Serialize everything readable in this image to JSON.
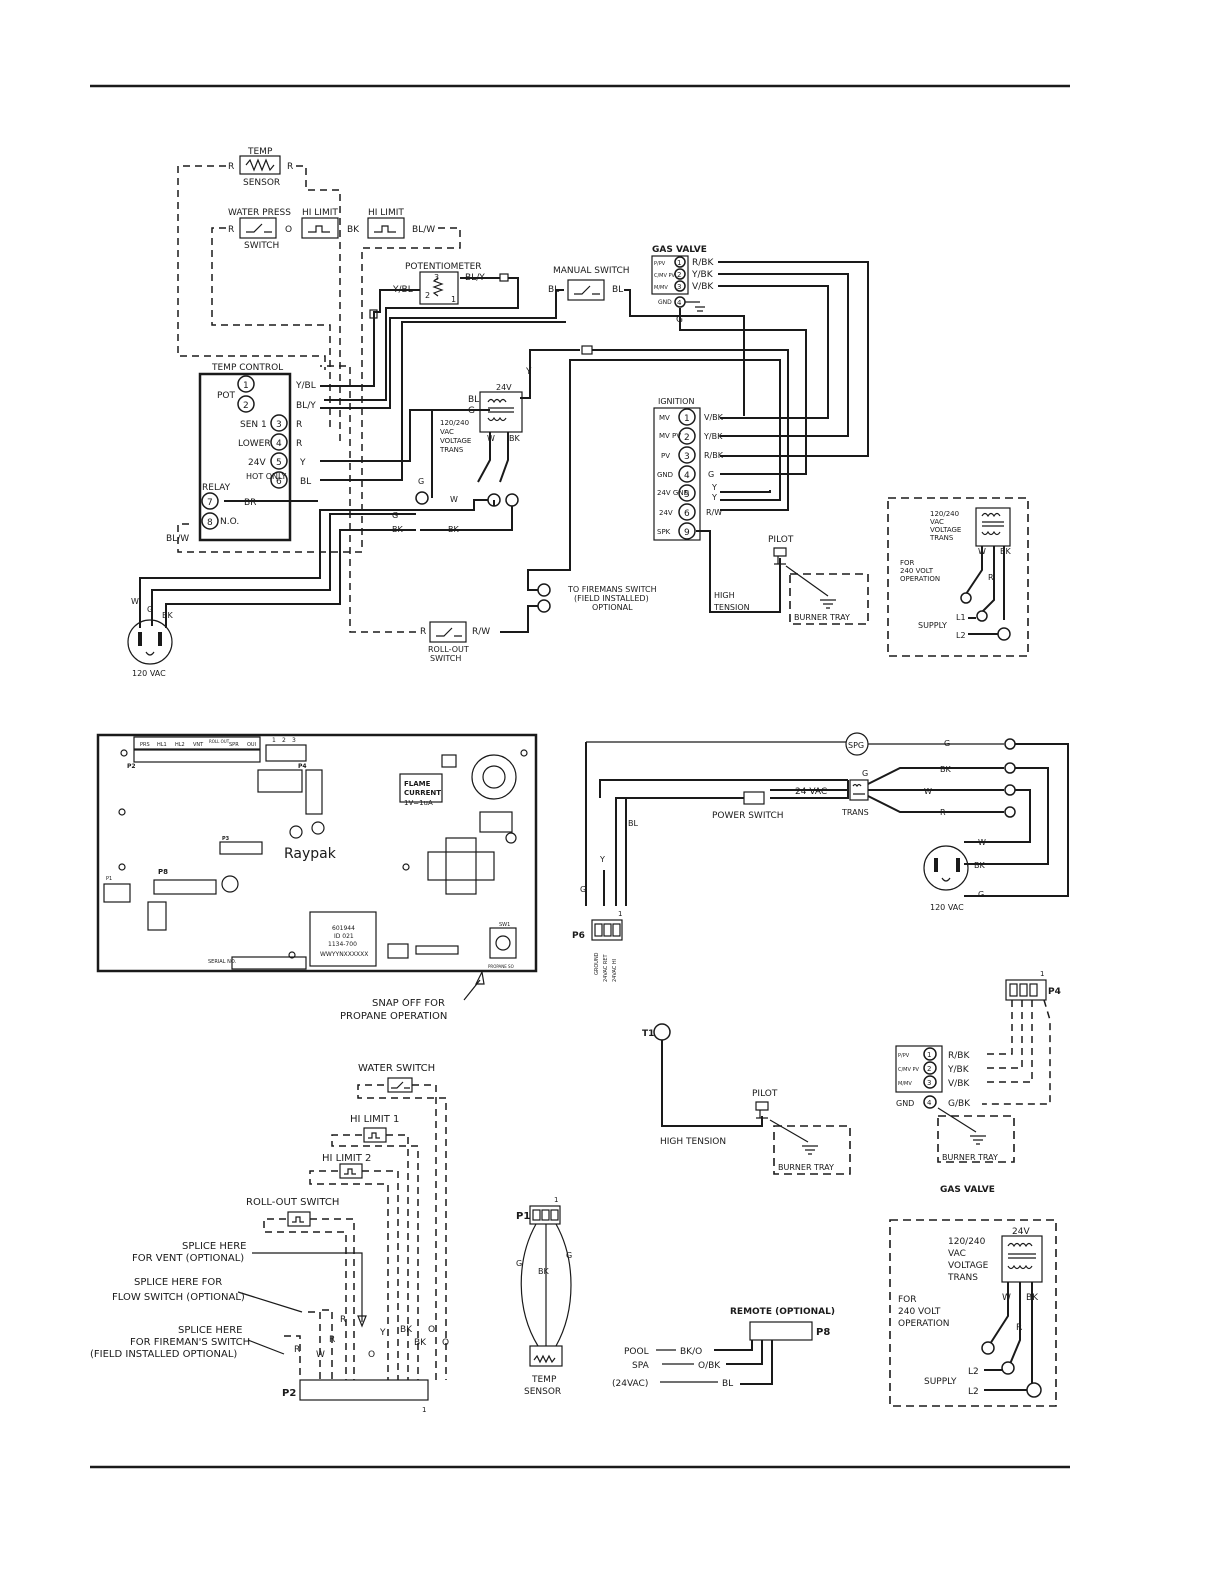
{
  "colors": {
    "ink": "#1a1a1a",
    "paper": "#ffffff"
  },
  "top": {
    "temp_sensor": "TEMP",
    "temp_sensor2": "SENSOR",
    "water_press": "WATER PRESS",
    "switch": "SWITCH",
    "hi_limit": "HI LIMIT",
    "potentiometer": "POTENTIOMETER",
    "manual_switch": "MANUAL SWITCH",
    "gas_valve": "GAS VALVE",
    "gv_pins": [
      "P/PV",
      "C/MV PV",
      "M/MV",
      "GND"
    ],
    "gv_wires": [
      "R/BK",
      "Y/BK",
      "V/BK"
    ],
    "temp_control": "TEMP CONTROL",
    "tc_pins": [
      "POT",
      "SEN 1",
      "LOWER",
      "24V",
      "HOT ONLY",
      "RELAY",
      "N.O."
    ],
    "tc_wires": [
      "Y/BL",
      "BL/Y",
      "R",
      "R",
      "Y",
      "BL",
      "BR"
    ],
    "ignition": "IGNITION",
    "ig_pins": [
      "MV",
      "MV PV",
      "PV",
      "GND",
      "24V GND",
      "24V",
      "SPK"
    ],
    "ig_wires": [
      "V/BK",
      "Y/BK",
      "R/BK",
      "G",
      "Y",
      "Y",
      "R/W"
    ],
    "trans_24v": "24V",
    "trans_label": [
      "120/240",
      "VAC",
      "VOLTAGE",
      "TRANS"
    ],
    "pilot": "PILOT",
    "burner_tray": "BURNER TRAY",
    "high": "HIGH",
    "tension": "TENSION",
    "firemans": "TO FIREMANS SWITCH",
    "field_installed": "(FIELD INSTALLED)",
    "optional": "OPTIONAL",
    "rollout": "ROLL-OUT",
    "vac120": "120 VAC",
    "for240": [
      "FOR",
      "240 VOLT",
      "OPERATION"
    ],
    "supply": "SUPPLY",
    "l1": "L1",
    "l2": "L2",
    "letters": {
      "R": "R",
      "O": "O",
      "BK": "BK",
      "BLW": "BL/W",
      "BLY": "BL/Y",
      "YBL": "Y/BL",
      "BL": "BL",
      "G": "G",
      "W": "W",
      "Y": "Y",
      "RW": "R/W",
      "BR": "BR",
      "NO": "N.O.",
      "one": "1",
      "two": "2",
      "three": "3",
      "four": "4",
      "five": "5",
      "six": "6",
      "seven": "7",
      "eight": "8",
      "nine": "9"
    }
  },
  "board": {
    "headers": [
      "PRS",
      "HL1",
      "HL2",
      "VNT",
      "ROLL OUT",
      "SPR",
      "OUI"
    ],
    "nums": [
      "1",
      "2",
      "3"
    ],
    "flame": "FLAME",
    "current": "CURRENT",
    "ratio": "1V=1uA",
    "brand": "Raypak",
    "p1": "P1",
    "p2": "P2",
    "p3": "P3",
    "p4": "P4",
    "p8": "P8",
    "label_lines": [
      "601944",
      "ID 021",
      "1134-700",
      "WWYYNXXXXXX"
    ],
    "serial": "SERIAL NO.",
    "sw1": "SW1",
    "propane_small": "PROPANE SO",
    "snap1": "SNAP OFF FOR",
    "snap2": "PROPANE OPERATION"
  },
  "right": {
    "spg": "SPG",
    "vac24": "24 VAC",
    "power_switch": "POWER SWITCH",
    "trans": "TRANS",
    "vac120": "120 VAC",
    "p6": "P6",
    "p6_pins": [
      "GROUND",
      "24VAC RET",
      "24VAC HI"
    ],
    "t1": "T1",
    "high_tension": "HIGH TENSION",
    "pilot": "PILOT",
    "burner_tray": "BURNER TRAY",
    "p4": "P4",
    "gv_wires": [
      "R/BK",
      "Y/BK",
      "V/BK",
      "G/BK"
    ],
    "gnd": "GND",
    "gas_valve": "GAS VALVE"
  },
  "bottom": {
    "water_switch": "WATER SWITCH",
    "hi_limit1": "HI LIMIT 1",
    "hi_limit2": "HI LIMIT 2",
    "rollout_switch": "ROLL-OUT SWITCH",
    "splice_vent": [
      "SPLICE HERE",
      "FOR VENT (OPTIONAL)"
    ],
    "splice_flow": [
      "SPLICE HERE FOR",
      "FLOW SWITCH (OPTIONAL)"
    ],
    "splice_fire": [
      "SPLICE HERE",
      "FOR FIREMAN'S SWITCH",
      "(FIELD INSTALLED OPTIONAL)"
    ],
    "p2": "P2",
    "wire_letters": [
      "R",
      "W",
      "R",
      "O",
      "Y",
      "BK",
      "BK",
      "O",
      "O",
      "R"
    ],
    "p1": "P1",
    "temp_sensor": [
      "TEMP",
      "SENSOR"
    ],
    "remote": "REMOTE (OPTIONAL)",
    "p8": "P8",
    "pool": "POOL",
    "spa": "SPA",
    "vac24": "(24VAC)",
    "pool_wire": "BK/O",
    "spa_wire": "O/BK",
    "bl_wire": "BL",
    "trans_24v": "24V",
    "trans_label": [
      "120/240",
      "VAC",
      "VOLTAGE",
      "TRANS"
    ],
    "for240": [
      "FOR",
      "240 VOLT",
      "OPERATION"
    ],
    "supply": "SUPPLY",
    "l2": "L2"
  }
}
